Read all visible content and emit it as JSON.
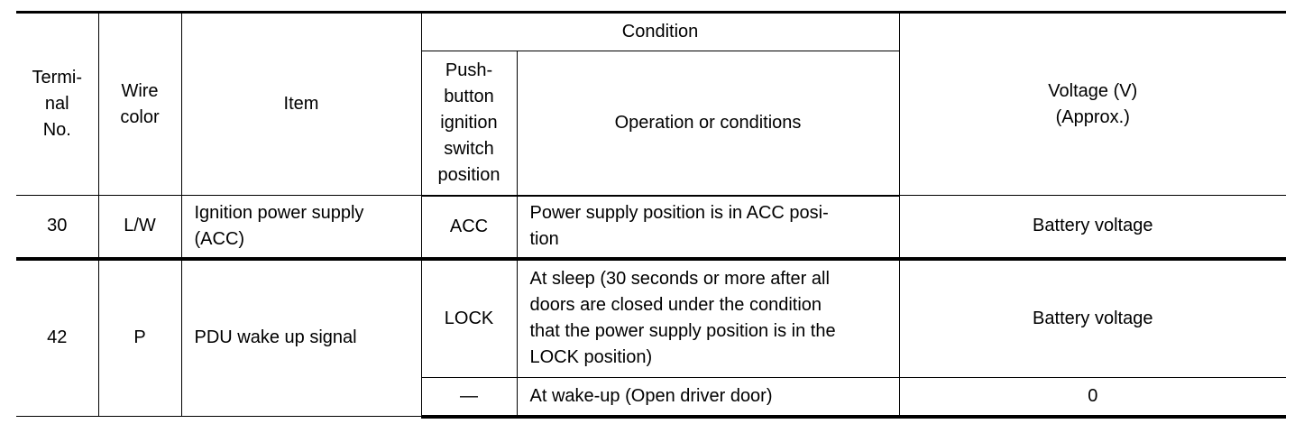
{
  "header": {
    "terminal_no": [
      "Termi-",
      "nal",
      "No."
    ],
    "wire_color": [
      "Wire",
      "color"
    ],
    "item": "Item",
    "condition": "Condition",
    "switch_position": [
      "Push-",
      "button",
      "ignition",
      "switch",
      "position"
    ],
    "operation": "Operation or conditions",
    "voltage": [
      "Voltage (V)",
      "(Approx.)"
    ]
  },
  "rows": [
    {
      "terminal": "30",
      "wire_color": "L/W",
      "item": [
        "Ignition power supply",
        "(ACC)"
      ],
      "conditions": [
        {
          "switch_position": "ACC",
          "operation": [
            "Power supply position is in ACC posi-",
            "tion"
          ],
          "voltage": "Battery voltage"
        }
      ]
    },
    {
      "terminal": "42",
      "wire_color": "P",
      "item": [
        "PDU wake up signal"
      ],
      "conditions": [
        {
          "switch_position": "LOCK",
          "operation": [
            "At sleep (30 seconds or more after all",
            "doors are closed under the condition",
            "that the power supply position is in the",
            "LOCK position)"
          ],
          "voltage": "Battery voltage"
        },
        {
          "switch_position": "—",
          "operation": [
            "At wake-up (Open driver door)"
          ],
          "voltage": "0"
        }
      ]
    }
  ]
}
